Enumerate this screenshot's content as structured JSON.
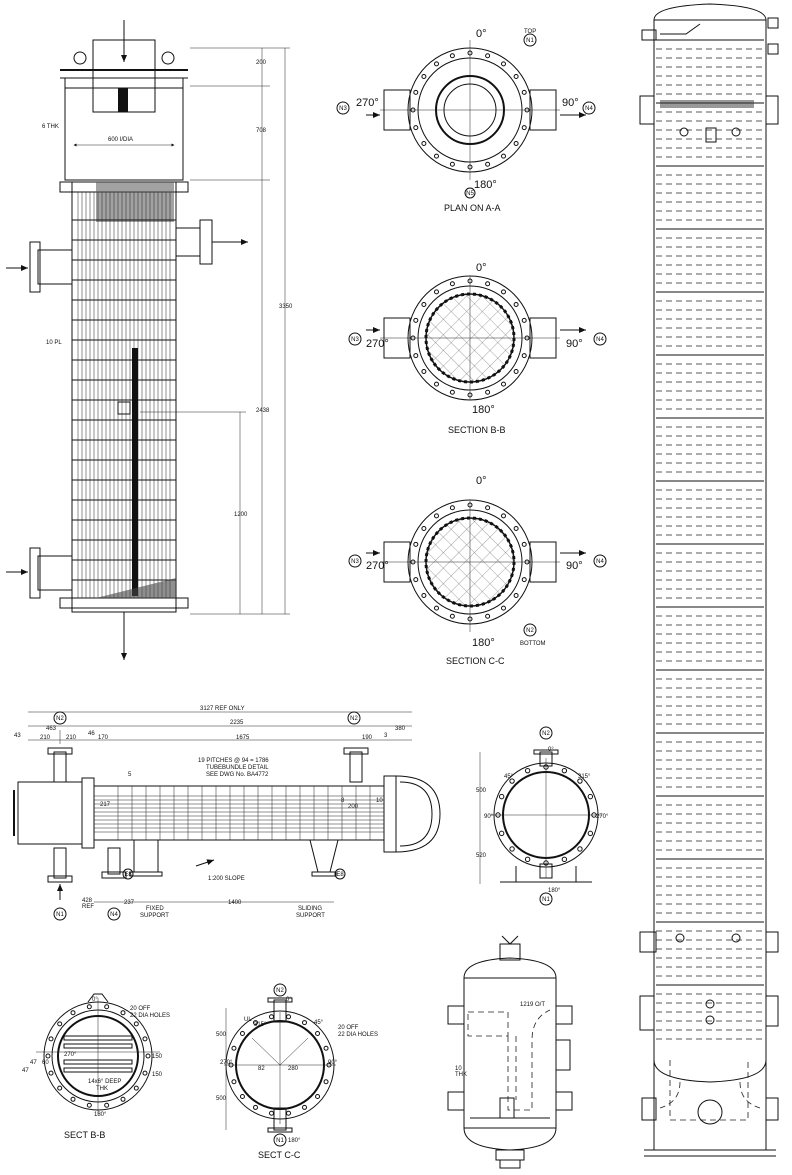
{
  "vertical_exchanger": {
    "dimensions": {
      "top": "200",
      "upper": "708",
      "overall": "3350",
      "mid": "2438",
      "lower": "1200"
    },
    "notes": {
      "thickness": "6 THK",
      "diameter": "600 I/DIA",
      "plates": "10 PL"
    }
  },
  "plan_a": {
    "caption": "PLAN ON A-A",
    "angles": {
      "top": "0°",
      "bottom": "180°",
      "left": "270°",
      "right": "90°"
    },
    "nozzles": {
      "top": "N1",
      "bottom": "N5",
      "left": "N3",
      "right": "N4",
      "top_label": "TOP"
    }
  },
  "section_bb": {
    "caption": "SECTION B-B",
    "angles": {
      "top": "0°",
      "bottom": "180°",
      "left": "270°",
      "right": "90°"
    },
    "nozzles": {
      "left": "N3",
      "right": "N4"
    }
  },
  "section_cc": {
    "caption": "SECTION C-C",
    "angles": {
      "top": "0°",
      "bottom": "180°",
      "left": "270°",
      "right": "90°"
    },
    "nozzles": {
      "left": "N3",
      "right": "N4",
      "bottom": "N2",
      "bottom_label": "BOTTOM"
    }
  },
  "horizontal_exchanger": {
    "dims": {
      "ref_overall": "3127 REF ONLY",
      "d2235": "2235",
      "d463": "463",
      "d43": "43",
      "d210a": "210",
      "d210b": "210",
      "d46": "46",
      "d170": "170",
      "d1675": "1675",
      "d190": "190",
      "d380": "380",
      "d3": "3",
      "d5": "5",
      "d217": "217",
      "d200": "200",
      "d8": "8",
      "d10": "10",
      "d428": "428",
      "ref": "REF",
      "d237": "237",
      "d1400": "1400"
    },
    "notes": {
      "pitches": "19 PITCHES @ 94 = 1786",
      "tubebundle": "TUBEBUNDLE DETAIL",
      "see_dwg": "SEE DWG No. BA4772",
      "slope": "1:200 SLOPE",
      "fixed1": "FIXED",
      "fixed2": "SUPPORT",
      "sliding1": "SLIDING",
      "sliding2": "SUPPORT"
    },
    "nozzles": {
      "n2a": "N2",
      "n2b": "N2",
      "n1": "N1",
      "n4": "N4",
      "e8a": "E8",
      "e8b": "E8"
    }
  },
  "end_view": {
    "dims": {
      "d500": "500",
      "d520": "520"
    },
    "angles": {
      "a0": "0°",
      "a45": "45°",
      "a315": "315°",
      "a90": "90°",
      "a270": "270°",
      "a180": "180°"
    },
    "nozzles": {
      "top": "N2",
      "bottom": "N1"
    }
  },
  "sect_bb_small": {
    "caption": "SECT B-B",
    "notes": {
      "holes1": "20 OFF",
      "holes2": "22 DIA HOLES",
      "plate1": "14x6° DEEP",
      "plate2": "THK"
    },
    "dims": {
      "d150a": "150",
      "d150b": "150",
      "d47a": "47",
      "d47b": "47",
      "d60": "60"
    },
    "angles": {
      "a0": "0°",
      "a270": "270°",
      "a180": "180°"
    }
  },
  "sect_cc_small": {
    "caption": "SECT C-C",
    "notes": {
      "holes1": "20 OFF",
      "holes2": "22 DIA HOLES",
      "ul": "UL"
    },
    "dims": {
      "d500a": "500",
      "d500b": "500",
      "d82": "82",
      "d280": "280"
    },
    "angles": {
      "a0": "0°",
      "a315": "315°",
      "a45": "45°",
      "a270": "270°",
      "a90": "90°",
      "a180": "180°"
    },
    "nozzles": {
      "top": "N2",
      "bottom": "N1"
    }
  },
  "small_vessel": {
    "notes": {
      "dia": "1219 O/T",
      "thk1": "10",
      "thk2": "THK"
    }
  }
}
